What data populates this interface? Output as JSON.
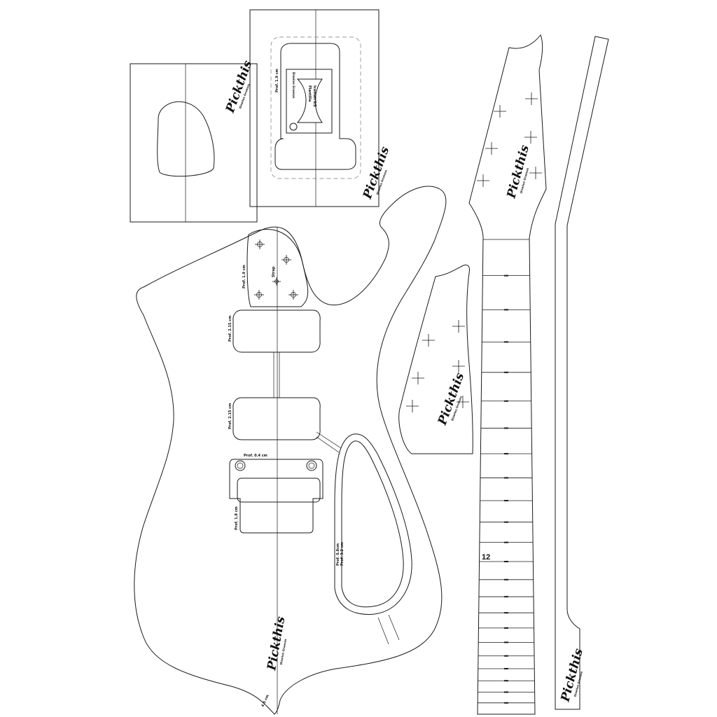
{
  "brand": {
    "logo": "Pickthis",
    "tagline": "Diseños Gruesos"
  },
  "labels": {
    "neck_pickup_depth": "Prof. 2.15 cm",
    "bridge_pickup_depth": "Prof. 2.15 cm",
    "neck_cavity_depth": "Prof. 1.9 cm",
    "strap": "Strap",
    "bridge_plate_depth": "Prof. 0.4 cm",
    "bridge_lower_depth": "Prof. 1.8 cm",
    "control_cavity_depth_a": "Prof. 0.8cm",
    "control_cavity_depth_b": "Prof. 3.2 cm",
    "body_corner": "4.5 cm",
    "template_depth": "Prof. 1.9 cm",
    "template_text_a": "Plantilla",
    "template_text_b": "Iceman 1/2",
    "fret_12": "12"
  },
  "neck": {
    "fret_count": 22,
    "marker_fret": 12
  }
}
